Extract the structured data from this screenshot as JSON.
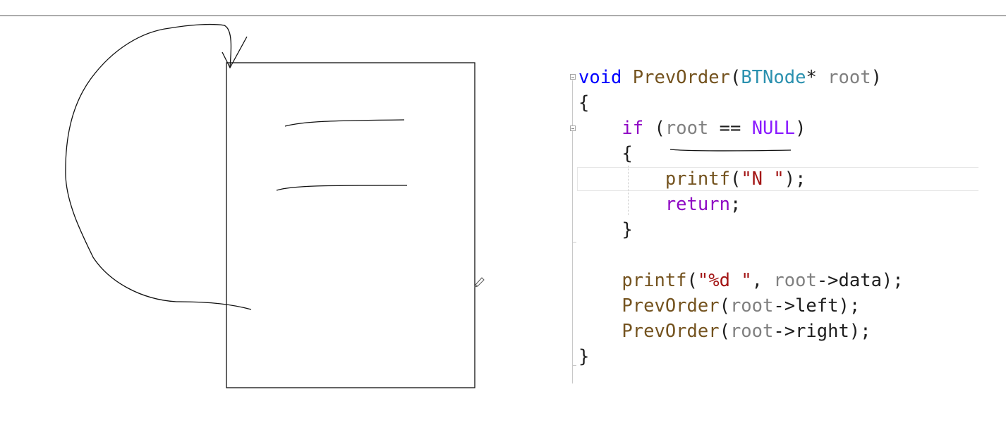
{
  "code": {
    "line1": {
      "kw": "void",
      "fn": "PrevOrder",
      "open": "(",
      "type": "BTNode",
      "star": "* ",
      "param": "root",
      "close": ")"
    },
    "line2": {
      "brace": "{"
    },
    "line3": {
      "ctl": "if",
      "open": " (",
      "param": "root",
      "op": " == ",
      "macro": "NULL",
      "close": ")"
    },
    "line4": {
      "brace": "{"
    },
    "line5": {
      "fn": "printf",
      "open": "(",
      "str": "\"N \"",
      "close": ");"
    },
    "line6": {
      "ctl": "return",
      "semi": ";"
    },
    "line7": {
      "brace": "}"
    },
    "line8": {
      "fn": "printf",
      "open": "(",
      "str": "\"%d \"",
      "comma": ", ",
      "param": "root",
      "rest": "->data);"
    },
    "line9": {
      "fn": "PrevOrder",
      "open": "(",
      "param": "root",
      "rest": "->left);"
    },
    "line10": {
      "fn": "PrevOrder",
      "open": "(",
      "param": "root",
      "rest": "->right);"
    },
    "line11": {
      "brace": "}"
    }
  },
  "colors": {
    "keyword": "#0000ff",
    "control": "#8f08c4",
    "function": "#74531f",
    "type": "#2b91af",
    "parameter": "#808080",
    "macro": "#8a1bff",
    "string": "#a31515"
  },
  "icons": {
    "pen": "pencil-cursor-icon"
  }
}
